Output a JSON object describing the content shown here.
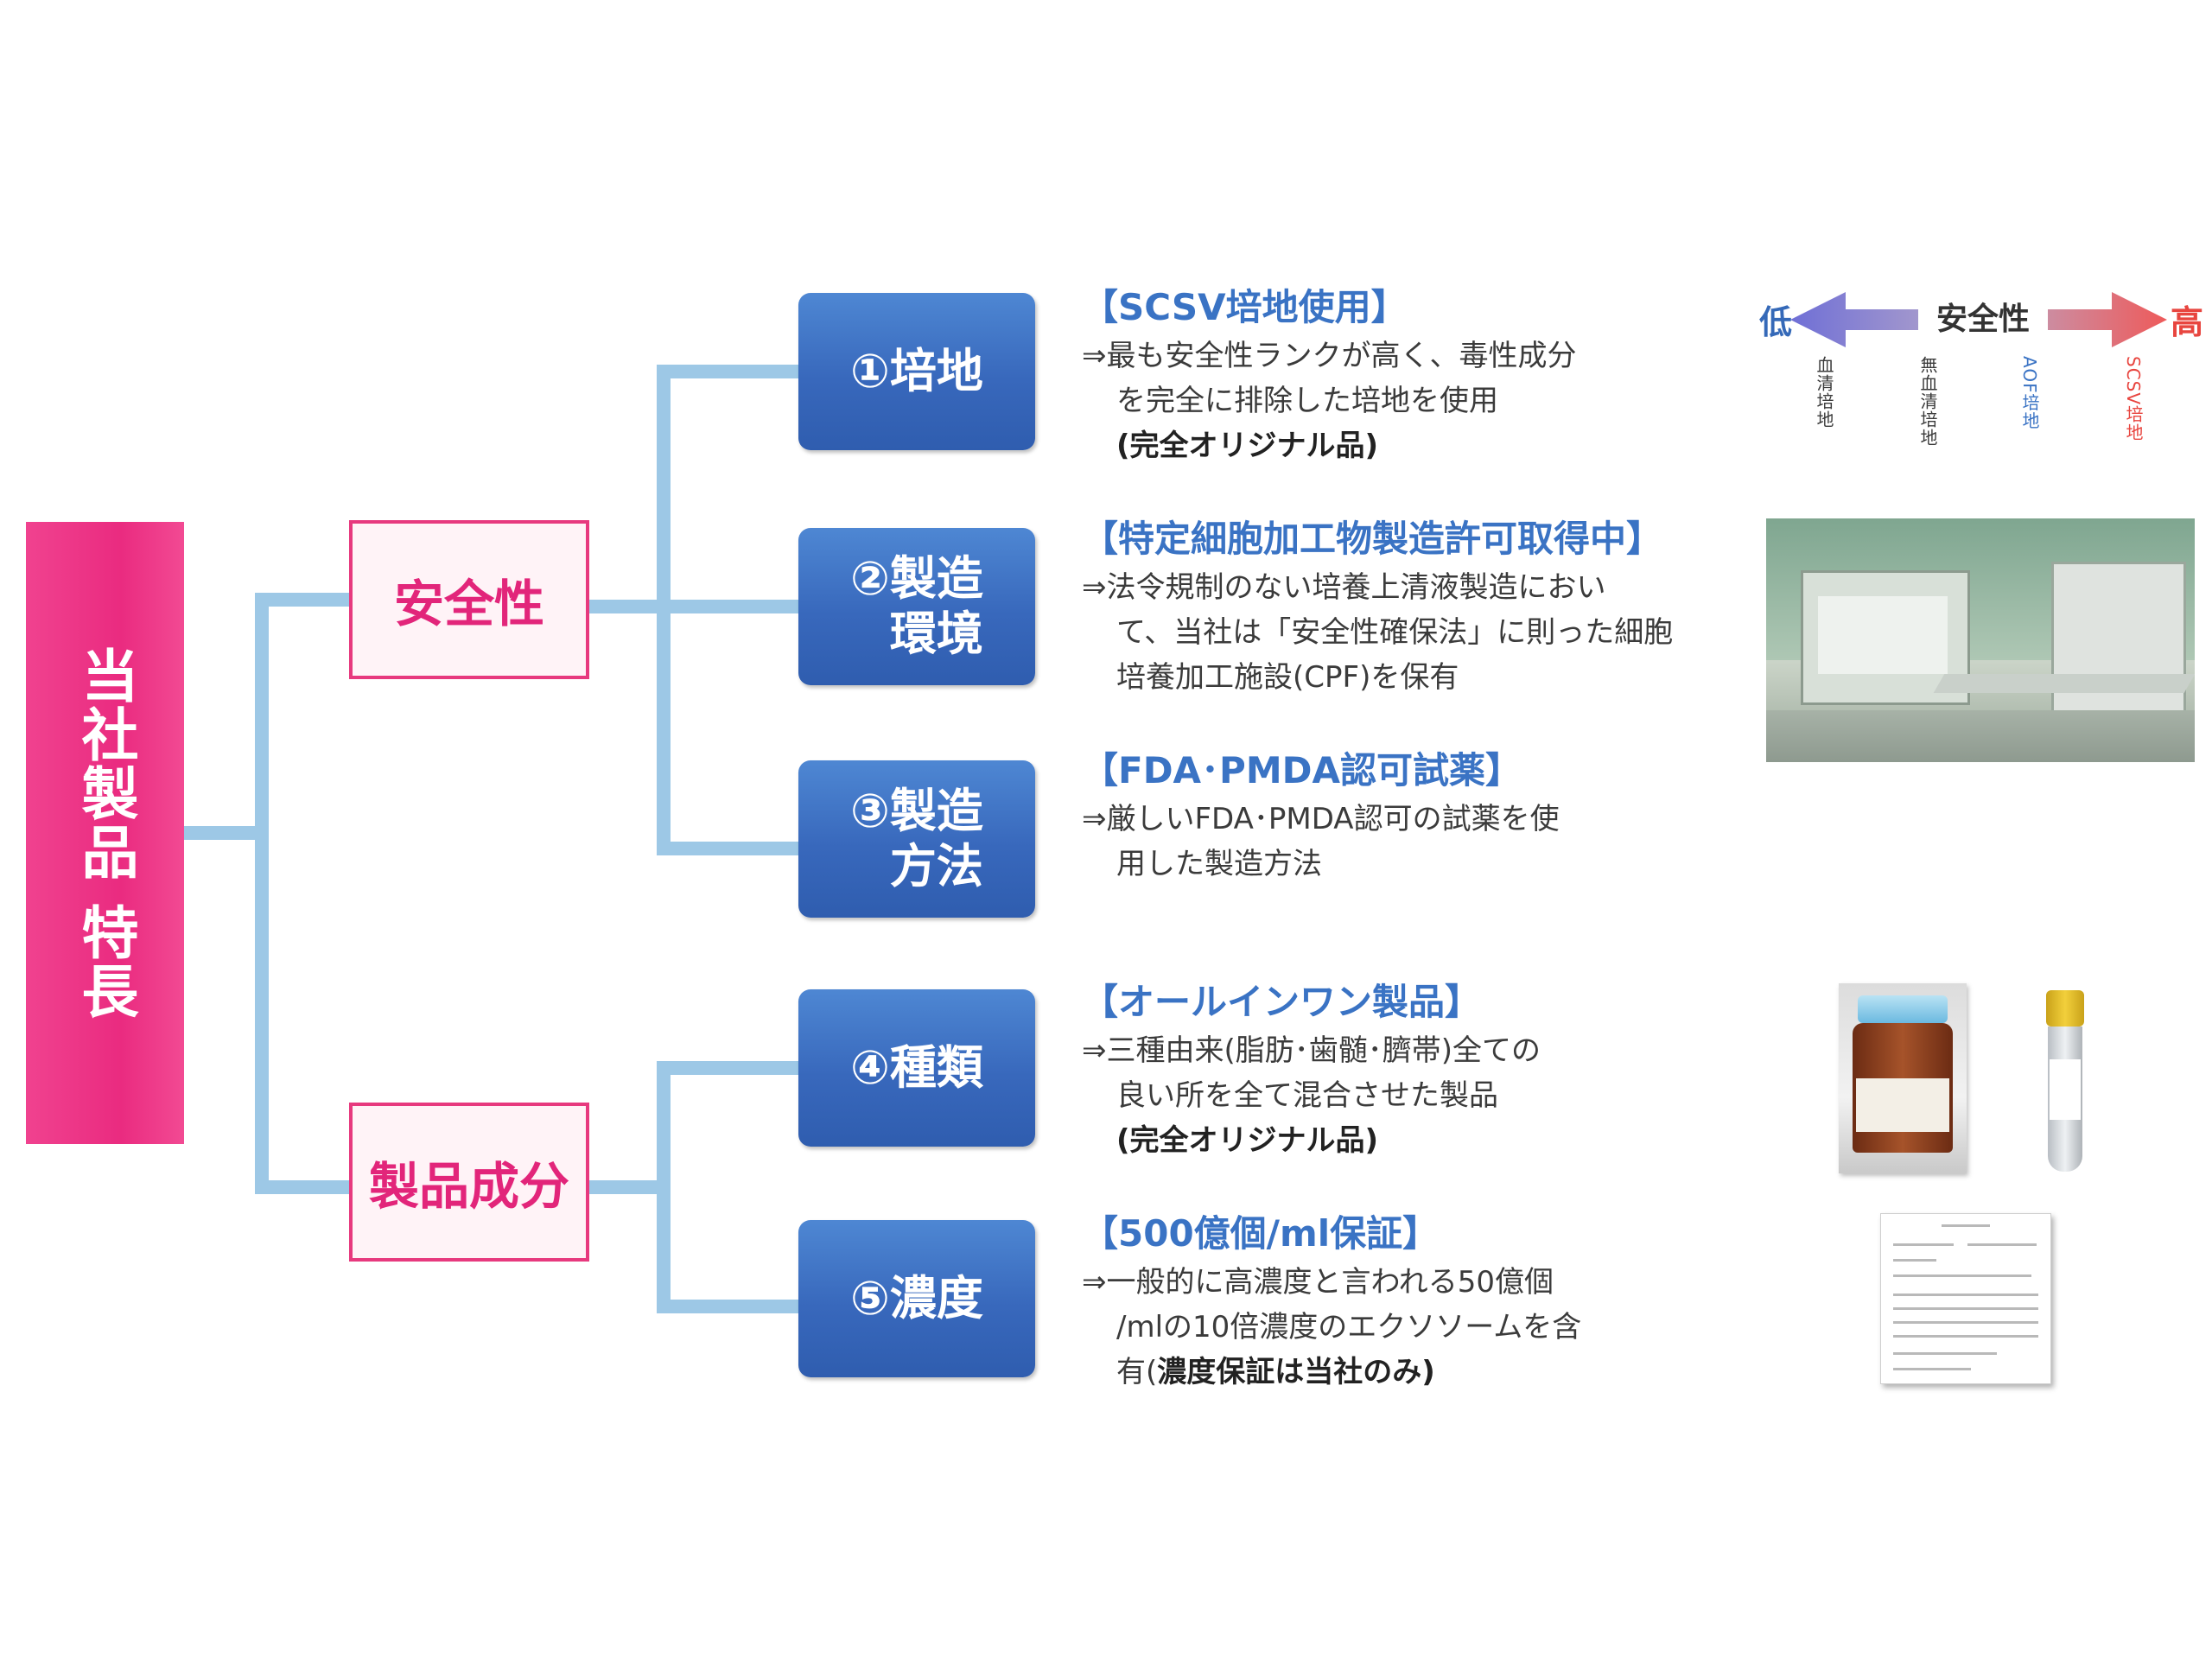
{
  "root": {
    "label": "当社製品 特長"
  },
  "categories": [
    {
      "label": "安全性"
    },
    {
      "label": "製品成分"
    }
  ],
  "items": [
    {
      "label": "①培地",
      "title": "【SCSV培地使用】",
      "lines": [
        "⇒最も安全性ランクが高く、毒性成分",
        "を完全に排除した培地を使用"
      ],
      "note": "(完全オリジナル品)"
    },
    {
      "label": "②製造\n環境",
      "title": "【特定細胞加工物製造許可取得中】",
      "lines": [
        "⇒法令規制のない培養上清液製造におい",
        "て、当社は「安全性確保法」に則った細胞",
        "培養加工施設(CPF)を保有"
      ]
    },
    {
      "label": "③製造\n方法",
      "title": "【FDA･PMDA認可試薬】",
      "lines": [
        "⇒厳しいFDA･PMDA認可の試薬を使",
        "用した製造方法"
      ]
    },
    {
      "label": "④種類",
      "title": "【オールインワン製品】",
      "lines": [
        "⇒三種由来(脂肪･歯髄･臍帯)全ての",
        "良い所を全て混合させた製品"
      ],
      "note": "(完全オリジナル品)"
    },
    {
      "label": "⑤濃度",
      "title": "【500億個/ml保証】",
      "lines": [
        "⇒一般的に高濃度と言われる50億個",
        "/mlの10倍濃度のエクソソームを含"
      ],
      "last_prefix": "有(",
      "last_bold": "濃度保証は当社のみ)"
    }
  ],
  "safety_scale": {
    "low": "低",
    "high": "高",
    "center": "安全性",
    "media": [
      {
        "label": "血清培地",
        "color": "#3a3a3a"
      },
      {
        "label": "無血清培地",
        "color": "#3a3a3a"
      },
      {
        "label": "AOF培地",
        "color": "#3a73c4"
      },
      {
        "label": "SCSV培地",
        "color": "#e8453f"
      }
    ]
  },
  "colors": {
    "root": "#ea2b80",
    "category_border": "#e7397e",
    "item": "#3868bc",
    "title": "#3a73c4",
    "connector": "#9dc8e6"
  }
}
